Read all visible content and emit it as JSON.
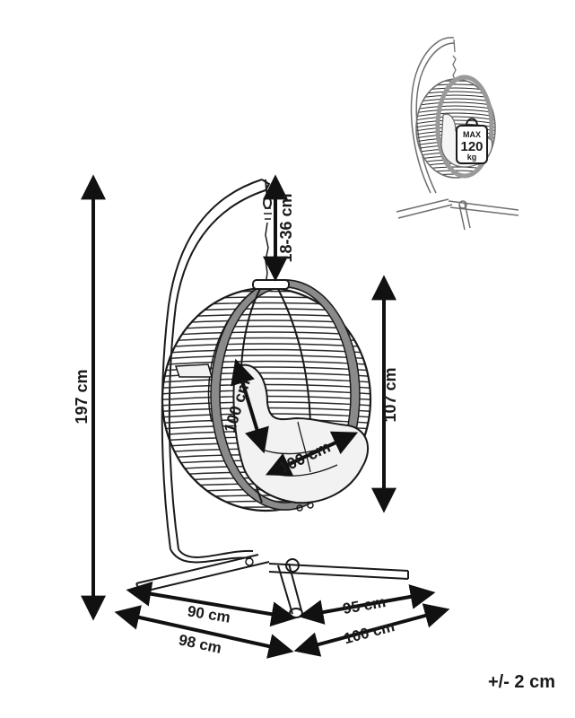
{
  "dimensions": {
    "total_height": "197 cm",
    "chain_length": "18-36 cm",
    "basket_height": "107 cm",
    "seat_depth": "100 cm",
    "seat_width": "100 cm",
    "base_inner_left": "90 cm",
    "base_inner_right": "95 cm",
    "base_outer_left": "98 cm",
    "base_outer_right": "100 cm"
  },
  "weight_badge": {
    "line1": "MAX",
    "line2": "120",
    "line3": "kg"
  },
  "tolerance": "+/- 2 cm",
  "colors": {
    "ink": "#1a1a1a",
    "arrow": "#111111",
    "frame_gray": "#8a8a8a",
    "cushion": "#f2f2f2"
  }
}
